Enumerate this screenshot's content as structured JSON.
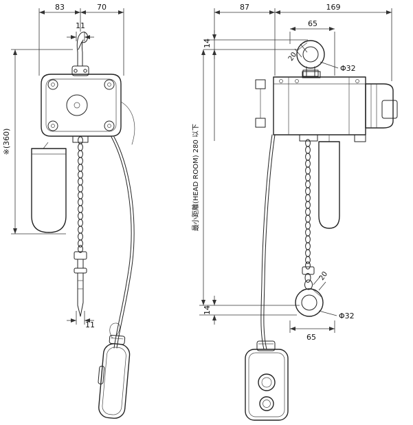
{
  "colors": {
    "background": "#ffffff",
    "line": "#222222",
    "dimension": "#333333"
  },
  "front_view": {
    "dim_width_left": "83",
    "dim_width_right": "70",
    "dim_hook_top": "11",
    "dim_height": "※(360)",
    "dim_hook_bottom": "11"
  },
  "side_view": {
    "dim_depth_left": "87",
    "dim_depth_right": "169",
    "dim_hook_offset_top": "65",
    "dim_top_clearance": "14",
    "dim_hook_dia_top": "Φ32",
    "dim_hook_angle_top": "20",
    "dim_headroom": "最小距離(HEAD ROOM) 280 以下",
    "dim_bottom_clearance": "14",
    "dim_hook_offset_bottom": "65",
    "dim_hook_dia_bottom": "Φ32",
    "dim_hook_angle_bottom": "20"
  }
}
